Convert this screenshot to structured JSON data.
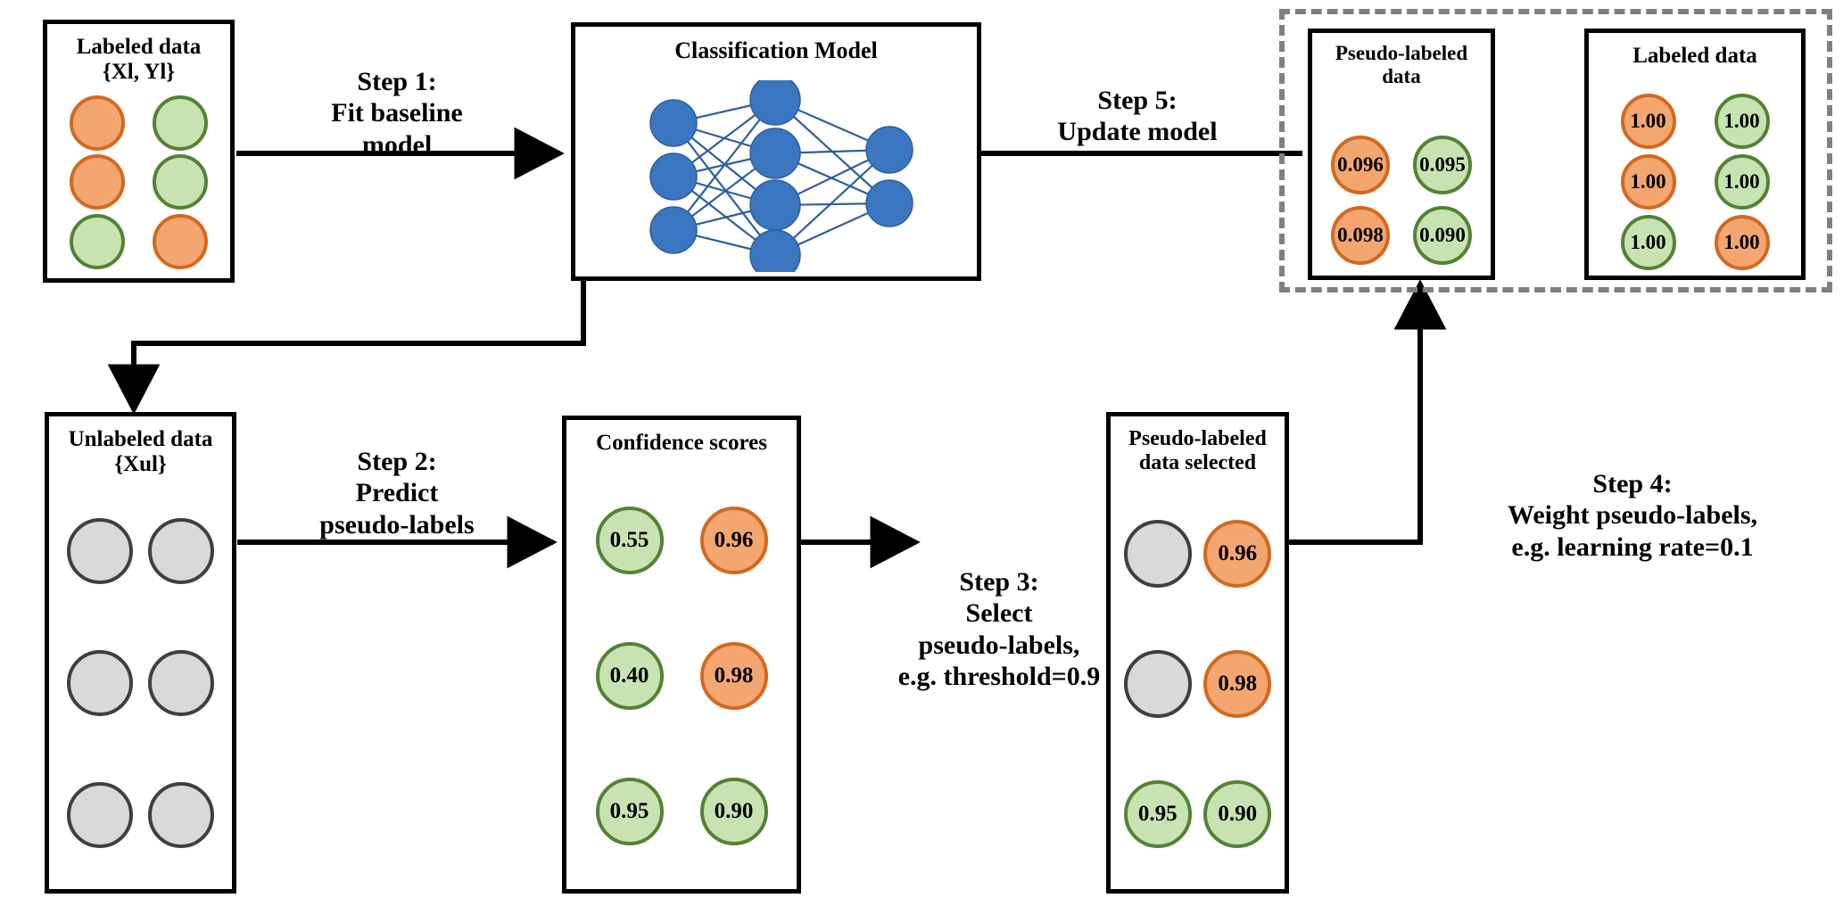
{
  "diagram": {
    "title": "Pseudo-labeling self-training loop",
    "colors": {
      "orange_fill": "#F4A671",
      "orange_stroke": "#D2691E",
      "green_fill": "#C7E3B2",
      "green_stroke": "#548235",
      "gray_fill": "#D9D9D9",
      "gray_stroke": "#3F3F3F",
      "node_blue": "#3B76C0",
      "edge_blue": "#2E5E9E",
      "box_border": "#000000",
      "dashed_border": "#808080"
    },
    "boxes": {
      "labeled_data_left": {
        "title": "Labeled data\n{Xl, Yl}",
        "nodes": [
          {
            "color": "orange",
            "value": ""
          },
          {
            "color": "green",
            "value": ""
          },
          {
            "color": "orange",
            "value": ""
          },
          {
            "color": "green",
            "value": ""
          },
          {
            "color": "green",
            "value": ""
          },
          {
            "color": "orange",
            "value": ""
          }
        ]
      },
      "classification_model": {
        "title": "Classification Model",
        "network": {
          "layers": [
            3,
            4,
            2
          ],
          "node_color": "#3B76C0",
          "edge_color": "#2E5E9E"
        }
      },
      "pseudo_labeled_data": {
        "title": "Pseudo-labeled\ndata",
        "nodes": [
          {
            "color": "orange",
            "value": "0.096"
          },
          {
            "color": "green",
            "value": "0.095"
          },
          {
            "color": "orange",
            "value": "0.098"
          },
          {
            "color": "green",
            "value": "0.090"
          }
        ]
      },
      "labeled_data_right": {
        "title": "Labeled data",
        "nodes": [
          {
            "color": "orange",
            "value": "1.00"
          },
          {
            "color": "green",
            "value": "1.00"
          },
          {
            "color": "orange",
            "value": "1.00"
          },
          {
            "color": "green",
            "value": "1.00"
          },
          {
            "color": "green",
            "value": "1.00"
          },
          {
            "color": "orange",
            "value": "1.00"
          }
        ]
      },
      "unlabeled_data": {
        "title": "Unlabeled data\n{Xul}",
        "nodes": [
          {
            "color": "gray",
            "value": ""
          },
          {
            "color": "gray",
            "value": ""
          },
          {
            "color": "gray",
            "value": ""
          },
          {
            "color": "gray",
            "value": ""
          },
          {
            "color": "gray",
            "value": ""
          },
          {
            "color": "gray",
            "value": ""
          }
        ]
      },
      "confidence_scores": {
        "title": "Confidence scores",
        "nodes": [
          {
            "color": "green",
            "value": "0.55"
          },
          {
            "color": "orange",
            "value": "0.96"
          },
          {
            "color": "green",
            "value": "0.40"
          },
          {
            "color": "orange",
            "value": "0.98"
          },
          {
            "color": "green",
            "value": "0.95"
          },
          {
            "color": "green",
            "value": "0.90"
          }
        ]
      },
      "pseudo_labeled_selected": {
        "title": "Pseudo-labeled\ndata selected",
        "nodes": [
          {
            "color": "gray",
            "value": ""
          },
          {
            "color": "orange",
            "value": "0.96"
          },
          {
            "color": "gray",
            "value": ""
          },
          {
            "color": "orange",
            "value": "0.98"
          },
          {
            "color": "green",
            "value": "0.95"
          },
          {
            "color": "green",
            "value": "0.90"
          }
        ]
      }
    },
    "steps": {
      "step1": "Step 1:\nFit baseline\nmodel",
      "step2": "Step 2:\nPredict\npseudo-labels",
      "step3": "Step 3:\nSelect\npseudo-labels,\ne.g. threshold=0.9",
      "step4": "Step 4:\nWeight pseudo-labels,\ne.g. learning rate=0.1",
      "step5": "Step 5:\nUpdate model"
    }
  }
}
